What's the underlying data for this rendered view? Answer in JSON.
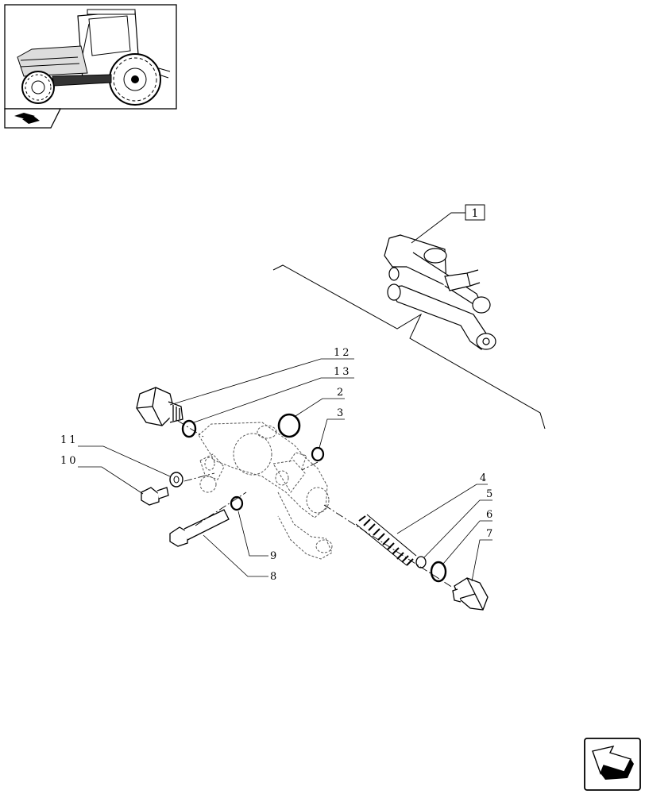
{
  "callouts": [
    {
      "id": "1",
      "boxed": true
    },
    {
      "id": "12"
    },
    {
      "id": "13"
    },
    {
      "id": "2"
    },
    {
      "id": "3"
    },
    {
      "id": "11"
    },
    {
      "id": "10"
    },
    {
      "id": "4"
    },
    {
      "id": "5"
    },
    {
      "id": "6"
    },
    {
      "id": "7"
    },
    {
      "id": "9"
    },
    {
      "id": "8"
    }
  ],
  "icons": {
    "thumbnail": "tractor-thumbnail-icon",
    "section": "assembly-section-icon",
    "navigation": "next-page-arrow-icon"
  },
  "colors": {
    "line": "#000000",
    "dashed_part": "#555555",
    "background": "#ffffff"
  }
}
